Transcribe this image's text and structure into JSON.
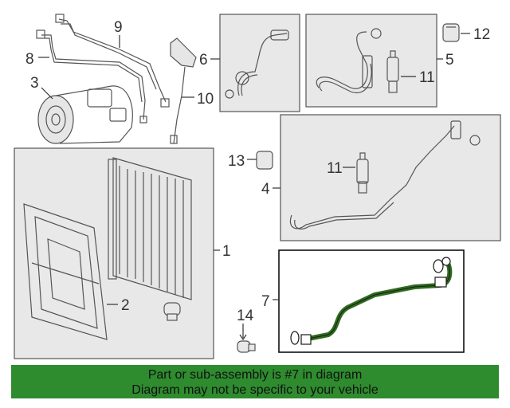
{
  "callouts": [
    "1",
    "2",
    "3",
    "4",
    "5",
    "6",
    "7",
    "8",
    "9",
    "10",
    "11",
    "11",
    "12",
    "13",
    "14"
  ],
  "banner": {
    "line1": "Part or sub-assembly is #7 in diagram",
    "line2": "Diagram may not be specific to your vehicle"
  },
  "colors": {
    "banner_bg": "#2e8b2e",
    "highlight_part": "#2e6b1e",
    "line": "#555555"
  }
}
